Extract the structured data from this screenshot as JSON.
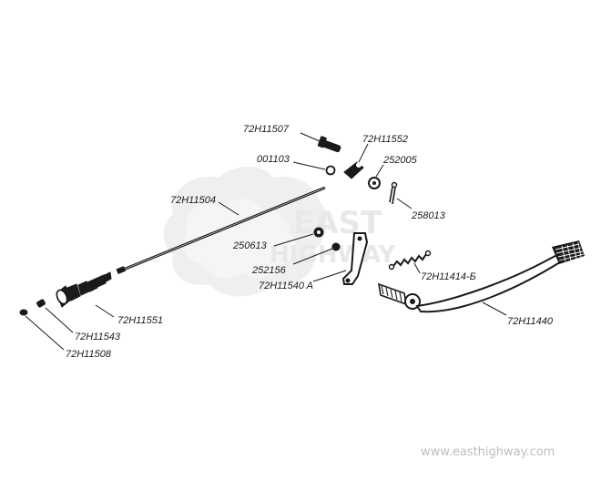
{
  "watermark": {
    "logo_line1": "EAST",
    "logo_line2": "HIGHWAY",
    "site_url": "www.easthighway.com",
    "color": "#d6d6d6"
  },
  "callouts": [
    {
      "id": "p1",
      "text": "72H11507"
    },
    {
      "id": "p2",
      "text": "72H11552"
    },
    {
      "id": "p3",
      "text": "001103"
    },
    {
      "id": "p4",
      "text": "252005"
    },
    {
      "id": "p5",
      "text": "72H11504"
    },
    {
      "id": "p6",
      "text": "258013"
    },
    {
      "id": "p7",
      "text": "250613"
    },
    {
      "id": "p8",
      "text": "252156"
    },
    {
      "id": "p9",
      "text": "72H11540 A"
    },
    {
      "id": "p10",
      "text": "72H11414-Б"
    },
    {
      "id": "p11",
      "text": "72H11551"
    },
    {
      "id": "p12",
      "text": "72H11543"
    },
    {
      "id": "p13",
      "text": "72H11508"
    },
    {
      "id": "p14",
      "text": "72H11440"
    }
  ]
}
